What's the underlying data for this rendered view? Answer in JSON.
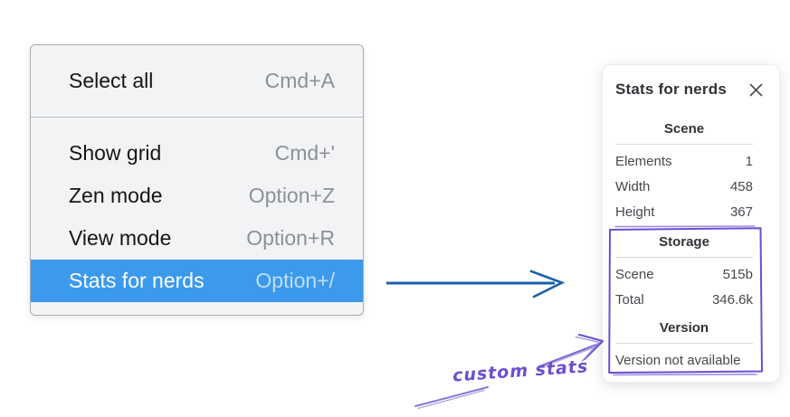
{
  "menu": {
    "sections": [
      {
        "items": [
          {
            "label": "Select all",
            "shortcut": "Cmd+A"
          }
        ]
      },
      {
        "items": [
          {
            "label": "Show grid",
            "shortcut": "Cmd+'"
          },
          {
            "label": "Zen mode",
            "shortcut": "Option+Z"
          },
          {
            "label": "View mode",
            "shortcut": "Option+R"
          },
          {
            "label": "Stats for nerds",
            "shortcut": "Option+/",
            "selected": true
          }
        ]
      }
    ]
  },
  "stats_panel": {
    "title": "Stats for nerds",
    "sections": [
      {
        "header": "Scene",
        "rows": [
          {
            "label": "Elements",
            "value": "1"
          },
          {
            "label": "Width",
            "value": "458"
          },
          {
            "label": "Height",
            "value": "367"
          }
        ]
      },
      {
        "header": "Storage",
        "rows": [
          {
            "label": "Scene",
            "value": "515b"
          },
          {
            "label": "Total",
            "value": "346.6k"
          }
        ]
      },
      {
        "header": "Version",
        "note": "Version not available"
      }
    ]
  },
  "annotation": {
    "label": "custom stats"
  },
  "icons": {
    "close": "✕"
  },
  "colors": {
    "highlight": "#3b9aec",
    "arrow_blue": "#1b5fa8",
    "annotation_purple": "#6b4fd1",
    "annotation_purple_light": "#a291e2",
    "menu_bg": "#f2f3f5",
    "panel_divider": "#d8dbe0"
  }
}
